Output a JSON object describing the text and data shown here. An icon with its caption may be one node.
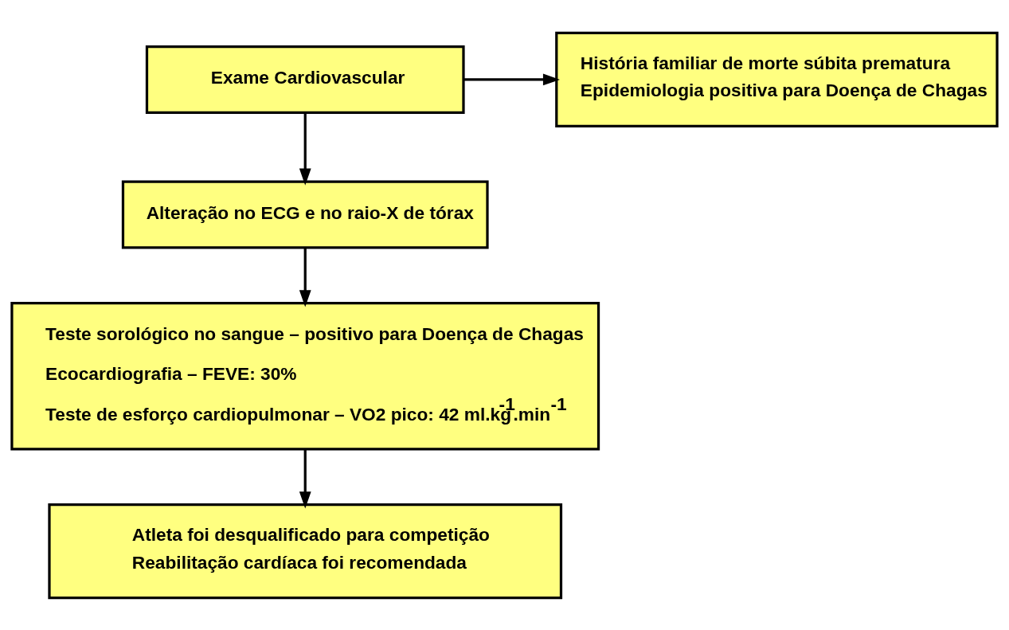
{
  "diagram": {
    "nodes": [
      {
        "text": [
          "Exame Cardiovascular"
        ]
      },
      {
        "text": [
          "História familiar de morte súbita prematura",
          "Epidemiologia positiva para Doença de Chagas"
        ]
      },
      {
        "text": [
          "Alteração no ECG e no raio-X de tórax"
        ]
      },
      {
        "text": [
          "Teste sorológico no sangue – positivo para Doença de Chagas",
          "Ecocardiografia – FEVE: 30%",
          "Teste de esforço cardiopulmonar – VO2 pico: 42 ml.kg$^{-1}$.min$^{-1}$"
        ]
      },
      {
        "text": [
          "Atleta foi desqualificado para competição",
          "Reabilitação cardíaca foi recomendada"
        ]
      }
    ],
    "edges": [
      {
        "from": 0,
        "to": 1,
        "arrow": "to"
      },
      {
        "from": 0,
        "to": 2,
        "arrow": "to"
      },
      {
        "from": 2,
        "to": 3,
        "arrow": "to"
      },
      {
        "from": 3,
        "to": 4,
        "arrow": "to"
      }
    ]
  }
}
